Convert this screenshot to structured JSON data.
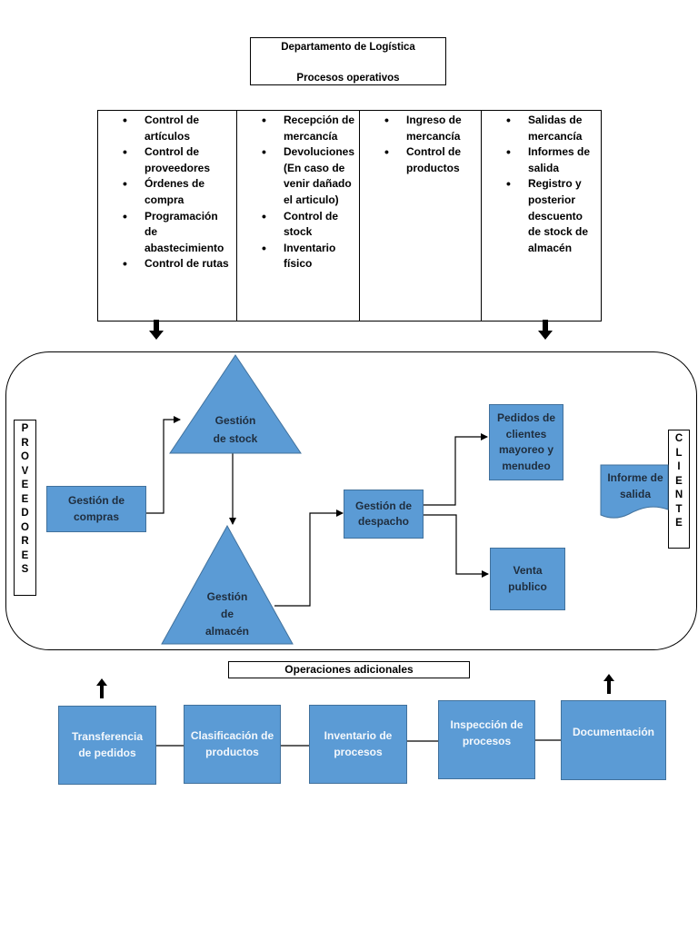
{
  "header": {
    "title": "Departamento de Logística",
    "subtitle": "Procesos operativos"
  },
  "process_columns": [
    {
      "items": [
        "Control de artículos",
        "Control de proveedores",
        "Órdenes de compra",
        "Programación de abastecimiento",
        "Control de rutas"
      ]
    },
    {
      "items": [
        "Recepción de mercancía",
        "Devoluciones (En caso de venir dañado el articulo)",
        "Control de stock",
        "Inventario físico"
      ]
    },
    {
      "items": [
        "Ingreso de mercancía",
        "Control de productos"
      ]
    },
    {
      "items": [
        "Salidas de mercancía",
        "Informes de salida",
        "Registro y posterior descuento de stock de almacén"
      ]
    }
  ],
  "side_labels": {
    "left": [
      "P",
      "R",
      "O",
      "V",
      "E",
      "E",
      "D",
      "O",
      "R",
      "E",
      "S"
    ],
    "right": [
      "C",
      "L",
      "I",
      "E",
      "N",
      "T",
      "E"
    ]
  },
  "flow": {
    "compras": "Gestión de compras",
    "stock": [
      "Gestión",
      "de stock"
    ],
    "almacen": [
      "Gestión",
      "de",
      "almacén"
    ],
    "despacho": "Gestión de despacho",
    "pedidos": "Pedidos de clientes mayoreo y menudeo",
    "venta": "Venta publico",
    "informe": "Informe de salida"
  },
  "additional": {
    "title": "Operaciones adicionales",
    "steps": [
      "Transferencia de pedidos",
      "Clasificación de productos",
      "Inventario de procesos",
      "Inspección de procesos",
      "Documentación"
    ]
  },
  "colors": {
    "shape_fill": "#5b9bd5",
    "shape_border": "#41719c",
    "line": "#000000"
  }
}
